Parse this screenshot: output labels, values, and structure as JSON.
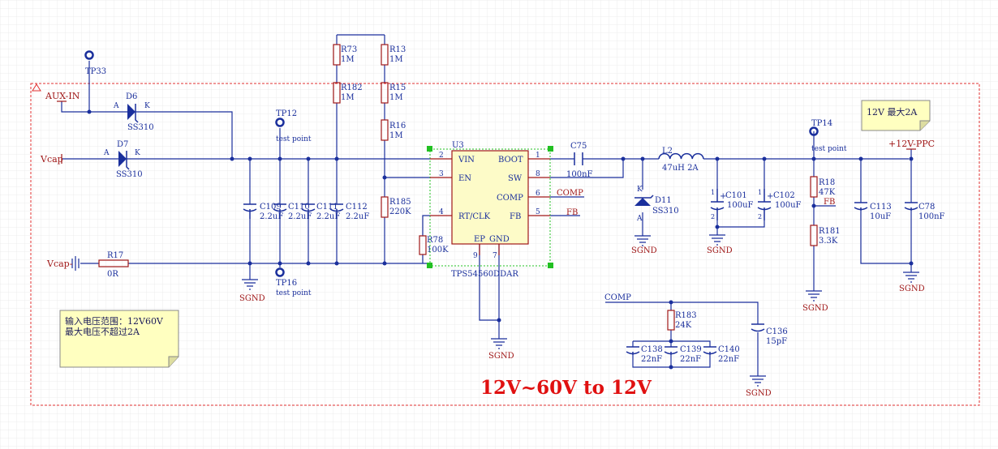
{
  "colors": {
    "wire": "#1a2f9c",
    "body": "#a01818",
    "ic_fill": "#fdfbc8",
    "note_fill": "#ffffc0",
    "sheet_border": "#e03030",
    "selection": "#22c022",
    "title": "#e01010",
    "grid": "#ececec"
  },
  "title": "12V~60V to 12V",
  "notes": {
    "input_range_line1": "输入电压范围：12V60V",
    "input_range_line2": "最大电压不超过2A",
    "output_note": "12V 最大2A"
  },
  "ports": {
    "aux_in": "AUX-IN",
    "vcap": "Vcap",
    "vcap_minus": "Vcap-",
    "out": "+12V-PPC"
  },
  "nets": {
    "comp": "COMP",
    "fb": "FB",
    "comp_left": "COMP",
    "fb_divider": "FB",
    "sgnd": "SGND"
  },
  "test_points": {
    "tp33": "TP33",
    "tp12": "TP12",
    "tp12_sub": "test point",
    "tp16": "TP16",
    "tp16_sub": "test point",
    "tp14": "TP14",
    "tp14_sub": "test point"
  },
  "diodes": {
    "d6": {
      "ref": "D6",
      "value": "SS310",
      "a": "A",
      "k": "K"
    },
    "d7": {
      "ref": "D7",
      "value": "SS310",
      "a": "A",
      "k": "K"
    },
    "d11": {
      "ref": "D11",
      "value": "SS310",
      "a": "A",
      "k": "K"
    }
  },
  "resistors": {
    "r73": {
      "ref": "R73",
      "value": "1M"
    },
    "r13": {
      "ref": "R13",
      "value": "1M"
    },
    "r182": {
      "ref": "R182",
      "value": "1M"
    },
    "r15": {
      "ref": "R15",
      "value": "1M"
    },
    "r16": {
      "ref": "R16",
      "value": "1M"
    },
    "r185": {
      "ref": "R185",
      "value": "220K"
    },
    "r78": {
      "ref": "R78",
      "value": "100K"
    },
    "r17": {
      "ref": "R17",
      "value": "0R"
    },
    "r18": {
      "ref": "R18",
      "value": "47K"
    },
    "r181": {
      "ref": "R181",
      "value": "3.3K"
    },
    "r183": {
      "ref": "R183",
      "value": "24K"
    }
  },
  "capacitors": {
    "c109": {
      "ref": "C109",
      "value": "2.2uF"
    },
    "c110": {
      "ref": "C110",
      "value": "2.2uF"
    },
    "c111": {
      "ref": "C111",
      "value": "2.2uF"
    },
    "c112": {
      "ref": "C112",
      "value": "2.2uF"
    },
    "c75": {
      "ref": "C75",
      "value": "100nF"
    },
    "c101": {
      "ref": "C101",
      "value": "100uF"
    },
    "c102": {
      "ref": "C102",
      "value": "100uF"
    },
    "c113": {
      "ref": "C113",
      "value": "10uF"
    },
    "c78": {
      "ref": "C78",
      "value": "100nF"
    },
    "c136": {
      "ref": "C136",
      "value": "15pF"
    },
    "c138": {
      "ref": "C138",
      "value": "22nF"
    },
    "c139": {
      "ref": "C139",
      "value": "22nF"
    },
    "c140": {
      "ref": "C140",
      "value": "22nF"
    }
  },
  "inductor": {
    "ref": "L2",
    "value": "47uH  2A"
  },
  "ic": {
    "ref": "U3",
    "part": "TPS54560DDAR",
    "pins": {
      "vin": {
        "name": "VIN",
        "num": "2"
      },
      "en": {
        "name": "EN",
        "num": "3"
      },
      "rtclk": {
        "name": "RT/CLK",
        "num": "4"
      },
      "boot": {
        "name": "BOOT",
        "num": "1"
      },
      "sw": {
        "name": "SW",
        "num": "8"
      },
      "comp": {
        "name": "COMP",
        "num": "6"
      },
      "fb": {
        "name": "FB",
        "num": "5"
      },
      "ep": {
        "name": "EP",
        "num": "9"
      },
      "gnd": {
        "name": "GND",
        "num": "7"
      }
    }
  },
  "cap_pin_nums": {
    "one": "1",
    "two": "2"
  },
  "polarity_mark": "+"
}
